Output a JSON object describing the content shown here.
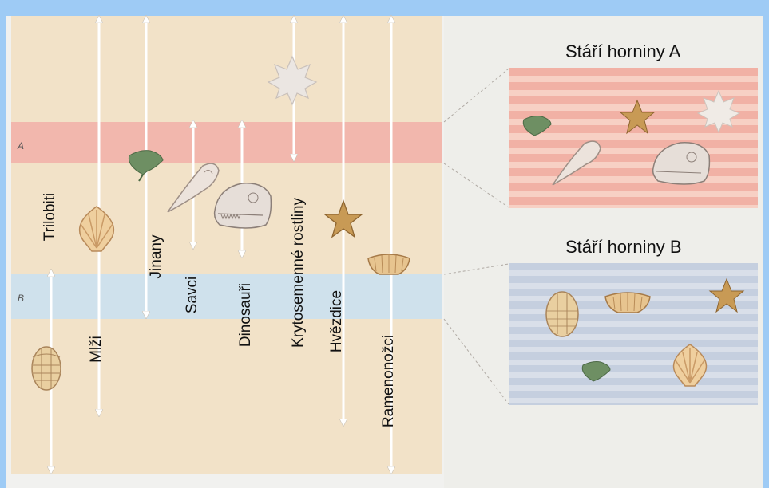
{
  "bands": {
    "a_letter": "A",
    "b_letter": "B"
  },
  "columns": [
    {
      "label": "Trilobiti"
    },
    {
      "label": "Mlži"
    },
    {
      "label": "Jinany"
    },
    {
      "label": "Savci"
    },
    {
      "label": "Dinosauři"
    },
    {
      "label": "Krytosemenné rostliny"
    },
    {
      "label": "Hvězdice"
    },
    {
      "label": "Ramenonožci"
    }
  ],
  "rock_a": {
    "title": "Stáří horniny A"
  },
  "rock_b": {
    "title": "Stáří horniny B"
  },
  "colors": {
    "sky_border": "#9ecbf5",
    "column_bg": "#f2e2c8",
    "band_a": "#f2b7ad",
    "band_b": "#cfe1ec",
    "arrow": "#ffffff"
  }
}
